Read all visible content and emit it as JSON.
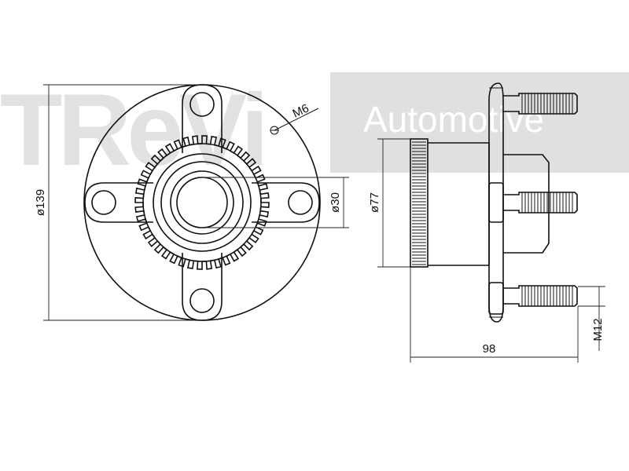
{
  "watermark": {
    "brand": "TReVi",
    "tagline": "Automotive",
    "color": "#d9d9d9"
  },
  "dimensions": {
    "outer_flange_diameter": "ø139",
    "bore_diameter": "ø30",
    "bolt_thread": "M6",
    "sensor_ring_diameter": "ø77",
    "stud_thread": "M12",
    "overall_length": "98"
  },
  "colors": {
    "line": "#111111",
    "background": "#ffffff"
  }
}
